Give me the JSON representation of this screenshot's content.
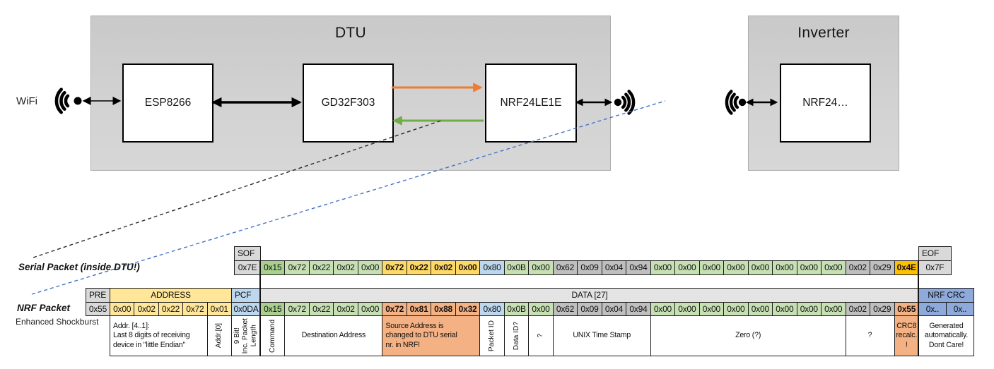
{
  "diagram": {
    "wifi_label": "WiFi",
    "dtu": {
      "title": "DTU",
      "components": [
        "ESP8266",
        "GD32F303",
        "NRF24LE1E"
      ]
    },
    "inverter": {
      "title": "Inverter",
      "components": [
        "NRF24…"
      ]
    }
  },
  "serial_packet": {
    "label": "Serial Packet (inside DTU!)",
    "sof_header": "SOF",
    "sof_value": "0x7E",
    "eof_header": "EOF",
    "eof_value": "0x7F",
    "bytes": [
      {
        "v": "0x15",
        "c": "green2"
      },
      {
        "v": "0x72",
        "c": "green"
      },
      {
        "v": "0x22",
        "c": "green"
      },
      {
        "v": "0x02",
        "c": "green"
      },
      {
        "v": "0x00",
        "c": "green"
      },
      {
        "v": "0x72",
        "c": "gold"
      },
      {
        "v": "0x22",
        "c": "gold"
      },
      {
        "v": "0x02",
        "c": "gold"
      },
      {
        "v": "0x00",
        "c": "gold"
      },
      {
        "v": "0x80",
        "c": "blue"
      },
      {
        "v": "0x0B",
        "c": "green"
      },
      {
        "v": "0x00",
        "c": "green"
      },
      {
        "v": "0x62",
        "c": "gray"
      },
      {
        "v": "0x09",
        "c": "gray"
      },
      {
        "v": "0x04",
        "c": "gray"
      },
      {
        "v": "0x94",
        "c": "gray"
      },
      {
        "v": "0x00",
        "c": "green"
      },
      {
        "v": "0x00",
        "c": "green"
      },
      {
        "v": "0x00",
        "c": "green"
      },
      {
        "v": "0x00",
        "c": "green"
      },
      {
        "v": "0x00",
        "c": "green"
      },
      {
        "v": "0x00",
        "c": "green"
      },
      {
        "v": "0x00",
        "c": "green"
      },
      {
        "v": "0x00",
        "c": "green"
      },
      {
        "v": "0x02",
        "c": "gray"
      },
      {
        "v": "0x29",
        "c": "gray"
      },
      {
        "v": "0x4E",
        "c": "orange"
      }
    ]
  },
  "nrf_packet": {
    "label": "NRF Packet",
    "sublabel": "Enhanced Shockburst",
    "pre_header": "PRE",
    "pre_value": "0x55",
    "address_header": "ADDRESS",
    "address_values": [
      "0x00",
      "0x02",
      "0x22",
      "0x72",
      "0x01"
    ],
    "pcf_header": "PCF",
    "pcf_value": "0x0DA",
    "data_header": "DATA [27]",
    "crc_header": "NRF CRC",
    "crc_values": [
      "0x..",
      "0x.."
    ],
    "bytes": [
      {
        "v": "0x15",
        "c": "green2"
      },
      {
        "v": "0x72",
        "c": "green"
      },
      {
        "v": "0x22",
        "c": "green"
      },
      {
        "v": "0x02",
        "c": "green"
      },
      {
        "v": "0x00",
        "c": "green"
      },
      {
        "v": "0x72",
        "c": "salmonb"
      },
      {
        "v": "0x81",
        "c": "salmonb"
      },
      {
        "v": "0x88",
        "c": "salmonb"
      },
      {
        "v": "0x32",
        "c": "salmonb"
      },
      {
        "v": "0x80",
        "c": "blue"
      },
      {
        "v": "0x0B",
        "c": "green"
      },
      {
        "v": "0x00",
        "c": "green"
      },
      {
        "v": "0x62",
        "c": "gray"
      },
      {
        "v": "0x09",
        "c": "gray"
      },
      {
        "v": "0x04",
        "c": "gray"
      },
      {
        "v": "0x94",
        "c": "gray"
      },
      {
        "v": "0x00",
        "c": "green"
      },
      {
        "v": "0x00",
        "c": "green"
      },
      {
        "v": "0x00",
        "c": "green"
      },
      {
        "v": "0x00",
        "c": "green"
      },
      {
        "v": "0x00",
        "c": "green"
      },
      {
        "v": "0x00",
        "c": "green"
      },
      {
        "v": "0x00",
        "c": "green"
      },
      {
        "v": "0x00",
        "c": "green"
      },
      {
        "v": "0x02",
        "c": "gray"
      },
      {
        "v": "0x29",
        "c": "gray"
      },
      {
        "v": "0x55",
        "c": "salmonb"
      }
    ],
    "annotations": [
      {
        "text": "Addr. [4..1]:\nLast 8 digits of receiving\ndevice in \"little Endian\"",
        "from": 1,
        "to": 5,
        "bg": "white",
        "align": "left"
      },
      {
        "text": "Addr.[0]",
        "from": 5,
        "to": 6,
        "rot": true
      },
      {
        "text": "9 Bit!\nInc. Packet\nLength",
        "from": 6,
        "to": 7,
        "rot": true
      },
      {
        "text": "Command",
        "from": 7,
        "to": 8,
        "rot": true
      },
      {
        "text": "Destination Address",
        "from": 8,
        "to": 12
      },
      {
        "text": "Source Address is\nchanged to DTU serial\nnr. in NRF!",
        "from": 12,
        "to": 16,
        "bg": "salmon",
        "align": "left"
      },
      {
        "text": "Packet ID",
        "from": 16,
        "to": 17,
        "rot": true
      },
      {
        "text": "Data ID?",
        "from": 17,
        "to": 18,
        "rot": true
      },
      {
        "text": "?",
        "from": 18,
        "to": 19,
        "rot": true
      },
      {
        "text": "UNIX Time Stamp",
        "from": 19,
        "to": 23
      },
      {
        "text": "Zero (?)",
        "from": 23,
        "to": 31
      },
      {
        "text": "?",
        "from": 31,
        "to": 33
      },
      {
        "text": "CRC8\nrecalc.\n!",
        "from": 33,
        "to": 34,
        "bg": "salmon"
      },
      {
        "text": "Generated\nautomatically.\nDont Care!",
        "from": 34,
        "to": 36
      }
    ]
  },
  "colors": {
    "arrow_orange": "#ED7D31",
    "arrow_green": "#70AD47",
    "dashed_blue": "#4472C4",
    "cell_green_dark": "#A9D08E",
    "cell_green": "#C6E0B4",
    "cell_yellow": "#FFE699",
    "cell_gold": "#FFD966",
    "cell_orange": "#FFC000",
    "cell_salmon": "#F4B183",
    "cell_blue": "#BDD7EE",
    "cell_blue_med": "#8EAADB",
    "cell_gray": "#BFBFBF",
    "cell_header_gray": "#D9D9D9"
  }
}
